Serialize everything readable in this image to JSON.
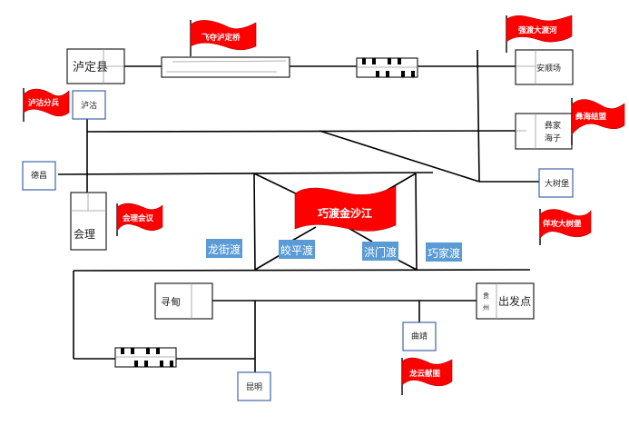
{
  "title": "红军长征路线示意图",
  "places": {
    "luding": "泸定县",
    "luzhu": "泸沽",
    "dechang": "德昌",
    "huili": "会理",
    "anshunchang": "安顺场",
    "yijia_1": "彝家",
    "yijia_2": "海子",
    "dashubao": "大树堡",
    "xundian": "寻甸",
    "kunming": "昆明",
    "qujing": "曲靖",
    "guizhou_1": "贵",
    "guizhou_2": "州",
    "start": "出发点"
  },
  "ferries": {
    "longjie": "龙街渡",
    "jiaoping": "皎平渡",
    "hongmen": "洪门渡",
    "qiaojia": "巧家渡"
  },
  "flags": {
    "luding_bridge": "飞夺泸定桥",
    "dadu_river": "强渡大渡河",
    "luzhu_split": "泸沽分兵",
    "yihai_alliance": "彝海结盟",
    "huili_meeting": "会理会议",
    "jinsha_river": "巧渡金沙江",
    "dashubao_feint": "佯攻大树堡",
    "kunming_threat": "龙云献图"
  },
  "colors": {
    "flag": "#ff0000",
    "ferry": "#5b9bd5",
    "box_border_blue": "#3f64a8"
  }
}
